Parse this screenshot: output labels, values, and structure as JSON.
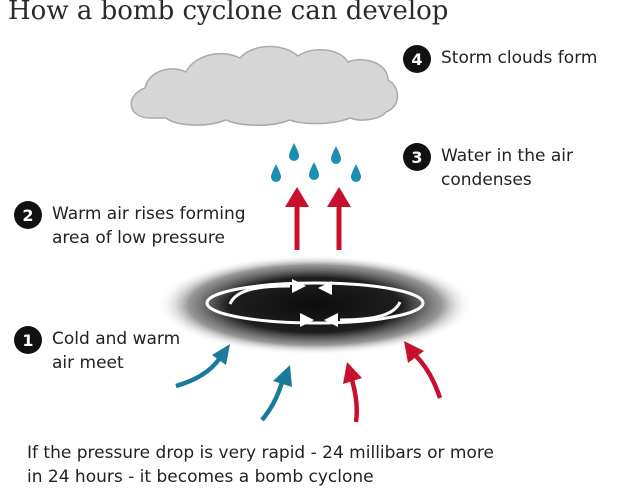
{
  "title": "How a bomb cyclone can develop",
  "steps": [
    {
      "number": "1",
      "line1": "Cold and warm",
      "line2": "air meet"
    },
    {
      "number": "2",
      "line1": "Warm air rises forming",
      "line2": "area of low pressure"
    },
    {
      "number": "3",
      "line1": "Water in the air",
      "line2": "condenses"
    },
    {
      "number": "4",
      "line1": "Storm clouds form",
      "line2": ""
    }
  ],
  "footnote": {
    "line1": "If the pressure drop is very rapid - 24 millibars or more",
    "line2": "in 24 hours - it becomes a bomb cyclone"
  },
  "colors": {
    "warm_arrow": "#c8102e",
    "cold_arrow": "#1a7a9a",
    "raindrop": "#1a8fb0",
    "cloud": "#d6d6d6",
    "cloud_outline": "#aaaaaa",
    "badge": "#111111",
    "low_pressure_core": "#0d0d0d"
  }
}
